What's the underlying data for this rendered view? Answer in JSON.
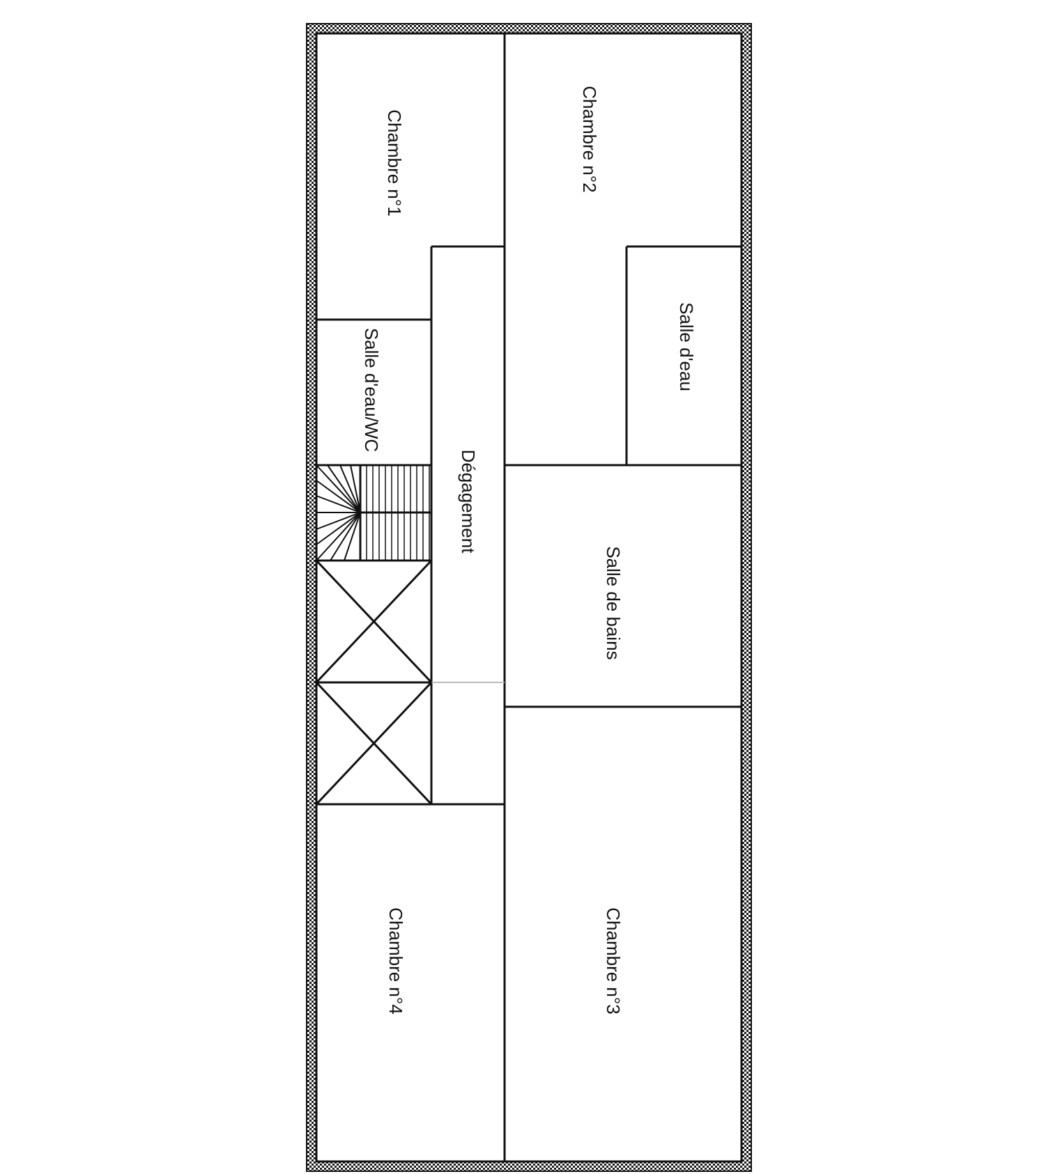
{
  "colors": {
    "wall": "#111111",
    "background": "#ffffff",
    "hatch_dark": "#1a1a1a",
    "hatch_light": "#ffffff"
  },
  "rooms": {
    "chambre_1": "Chambre n°1",
    "chambre_2": "Chambre n°2",
    "salle_eau_wc": "Salle d'eau/WC",
    "salle_eau": "Salle d'eau",
    "degagement": "Dégagement",
    "salle_de_bains": "Salle de bains",
    "chambre_3": "Chambre n°3",
    "chambre_4": "Chambre n°4"
  }
}
